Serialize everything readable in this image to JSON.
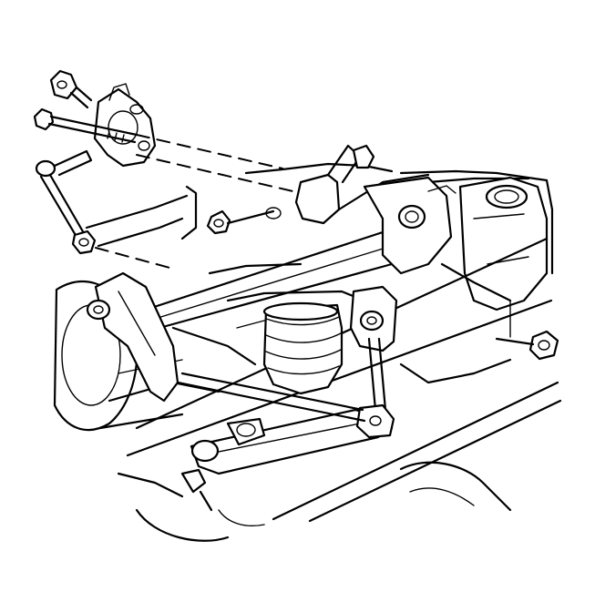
{
  "diagram": {
    "background": "#ffffff",
    "line_color": "#000000",
    "parts": [
      "mounting-bracket",
      "mounting-bolts",
      "stabilizer-link",
      "bushing-clamp",
      "stabilizer-bar",
      "frame-rail",
      "upper-control-arm",
      "lower-control-arm",
      "tie-rod",
      "coil-spring-jounce-bumper",
      "steering-knuckle",
      "axle-housing"
    ]
  }
}
